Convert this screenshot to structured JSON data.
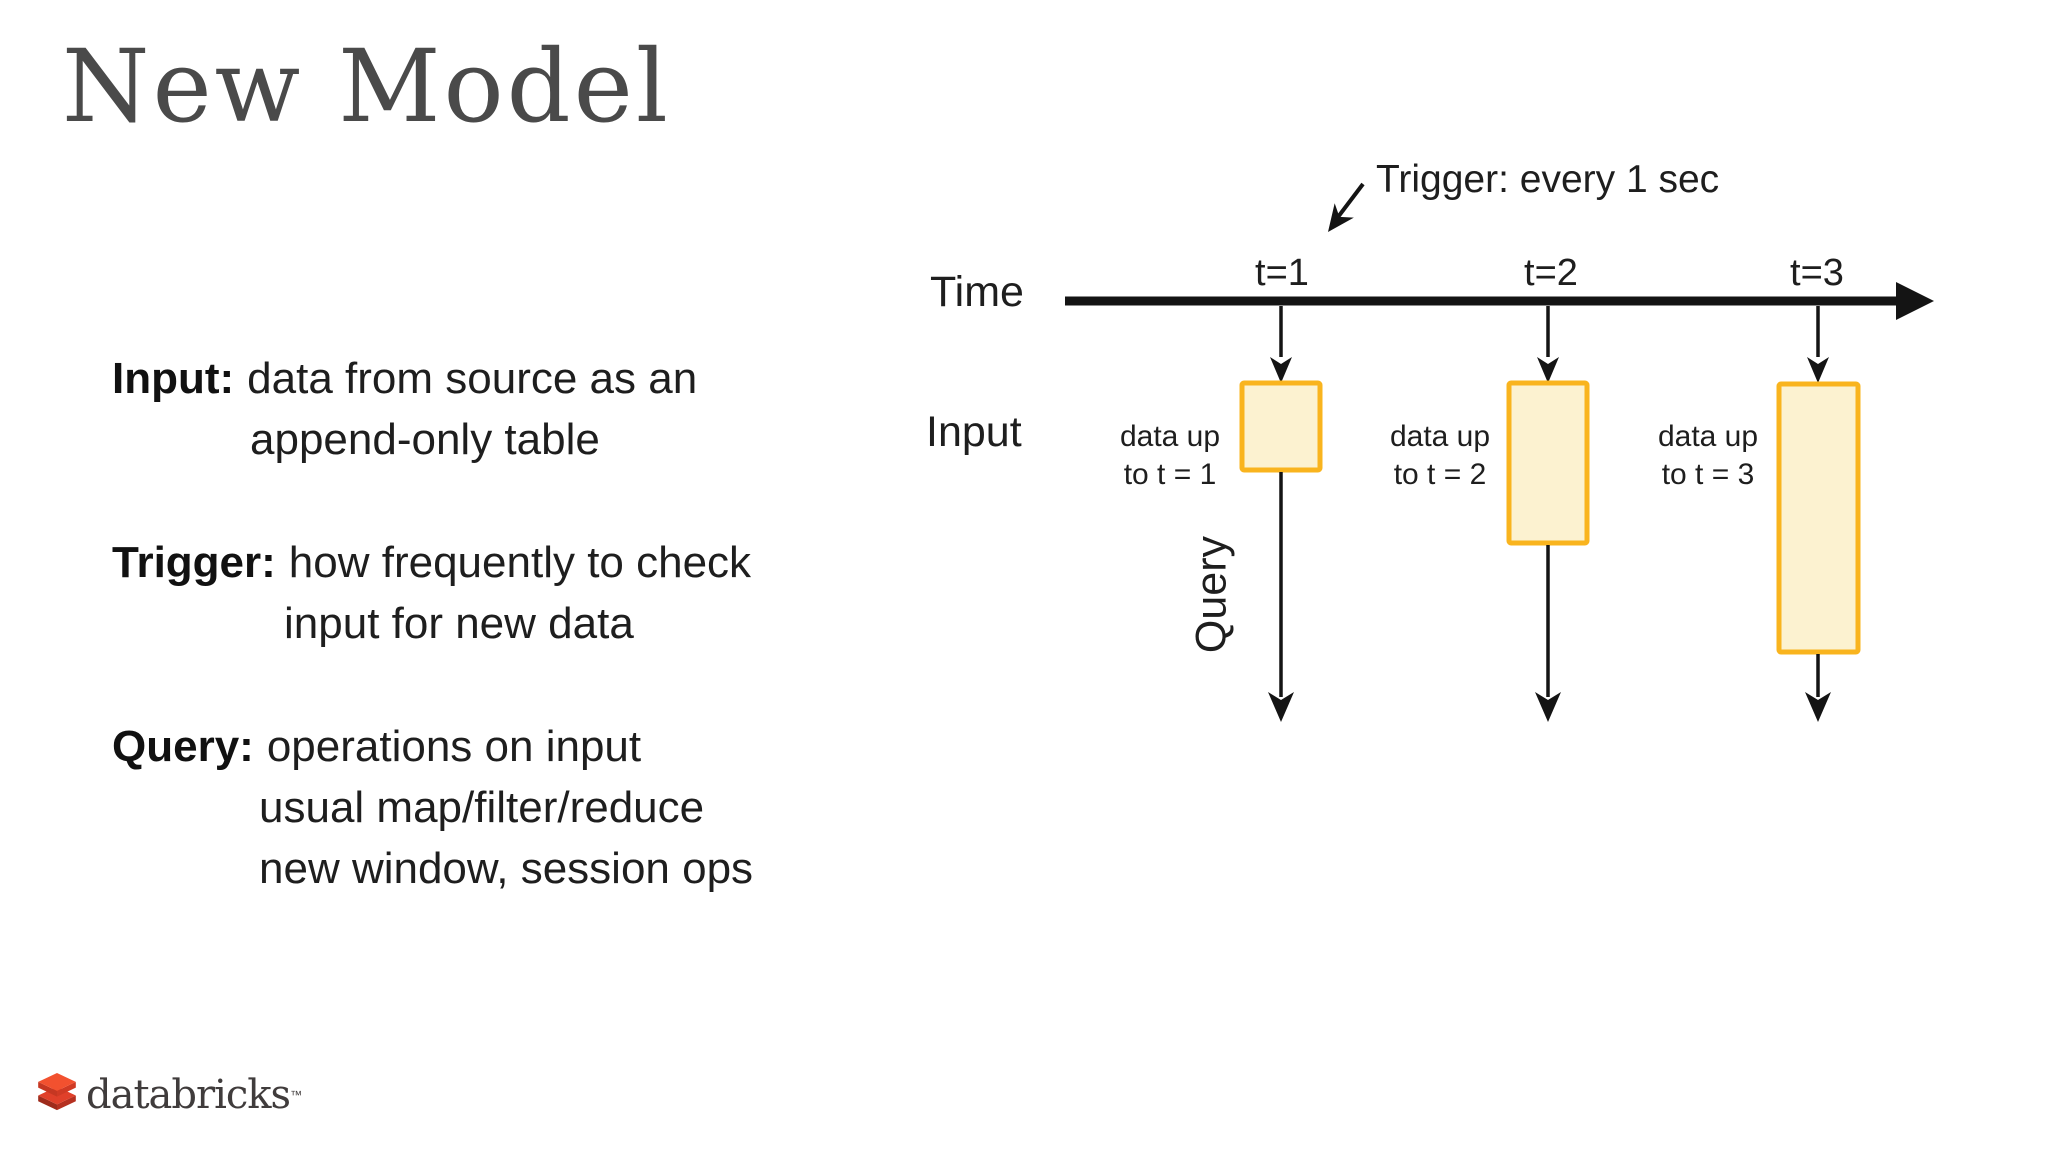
{
  "slide": {
    "title": "New Model",
    "background_color": "#ffffff"
  },
  "bullets": [
    {
      "label": "Input:",
      "lines": [
        "data from source as an",
        "append-only table"
      ]
    },
    {
      "label": "Trigger:",
      "lines": [
        "how frequently to check",
        "input for new data"
      ]
    },
    {
      "label": "Query:",
      "lines": [
        "operations on input",
        "usual map/filter/reduce",
        "new window, session ops"
      ]
    }
  ],
  "diagram": {
    "annotation": "Trigger: every 1 sec",
    "time_label": "Time",
    "input_label": "Input",
    "query_label": "Query",
    "ticks": [
      "t=1",
      "t=2",
      "t=3"
    ],
    "captions": [
      [
        "data up",
        "to t = 1"
      ],
      [
        "data up",
        "to t = 2"
      ],
      [
        "data up",
        "to t = 3"
      ]
    ],
    "colors": {
      "box_fill": "#fcf2d0",
      "box_border": "#f9b41e",
      "arrow_ink": "#141414"
    }
  },
  "footer": {
    "brand": "databricks",
    "trademark": "™",
    "logo_colors": {
      "brick_top": "#f2512f",
      "brick_top_edge": "#c63722",
      "brick_bottom": "#e0402a",
      "brick_bottom_edge": "#9e2b1b",
      "text": "#403c3c"
    }
  }
}
